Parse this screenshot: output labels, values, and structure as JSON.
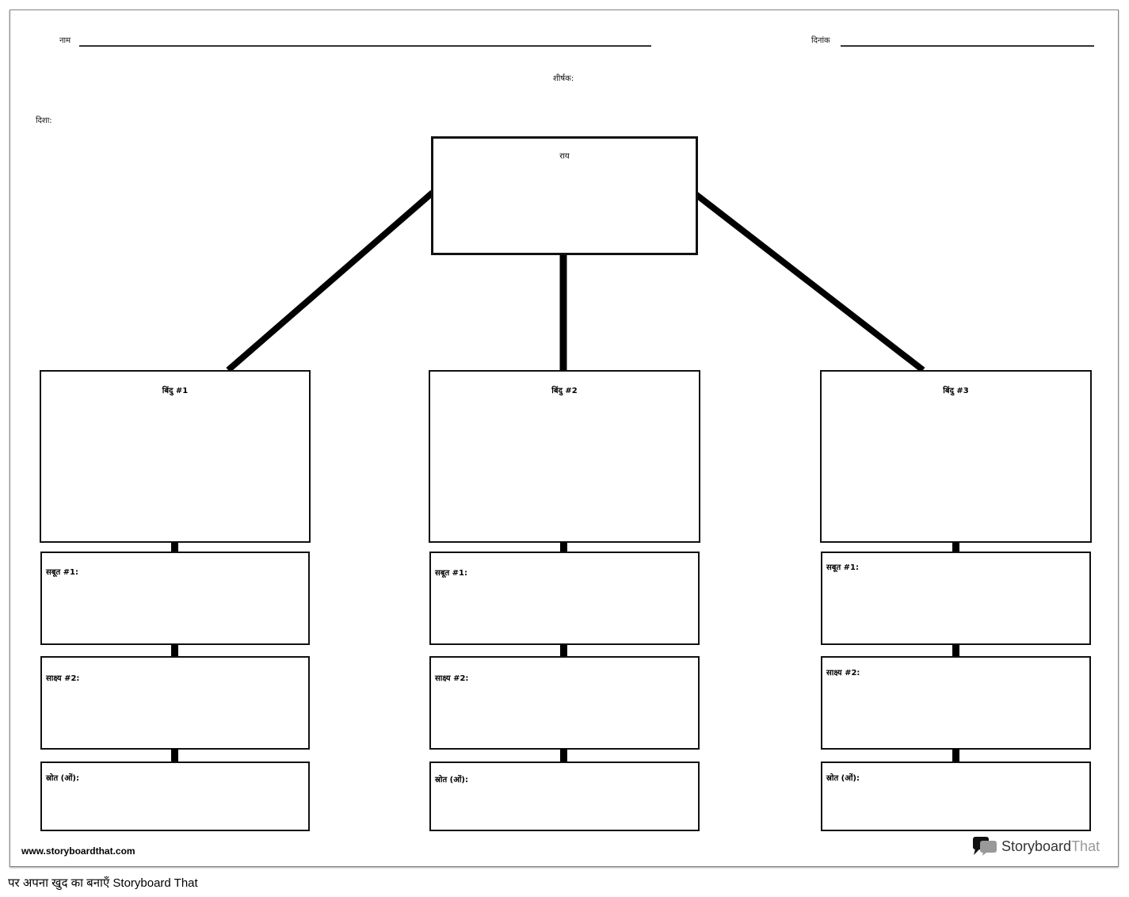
{
  "header": {
    "name_label": "नाम",
    "date_label": "दिनांक",
    "title_label": "शीर्षक:",
    "direction_label": "दिशा:"
  },
  "opinion": {
    "label": "राय"
  },
  "columns": [
    {
      "point": "बिंदु #1",
      "evidence1": "सबूत #1:",
      "evidence2": "साक्ष्य #2:",
      "sources": "स्रोत (ओं):"
    },
    {
      "point": "बिंदु #2",
      "evidence1": "सबूत #1:",
      "evidence2": "साक्ष्य #2:",
      "sources": "स्रोत (ओं):"
    },
    {
      "point": "बिंदु #3",
      "evidence1": "सबूत #1:",
      "evidence2": "साक्ष्य #2:",
      "sources": "स्रोत (ओं):"
    }
  ],
  "branding": {
    "url": "www.storyboardthat.com",
    "logo_main": "Storyboard",
    "logo_accent": "That",
    "icon": "speech-bubbles-icon"
  },
  "footer": {
    "text": "पर अपना खुद का बनाएँ Storyboard That"
  }
}
